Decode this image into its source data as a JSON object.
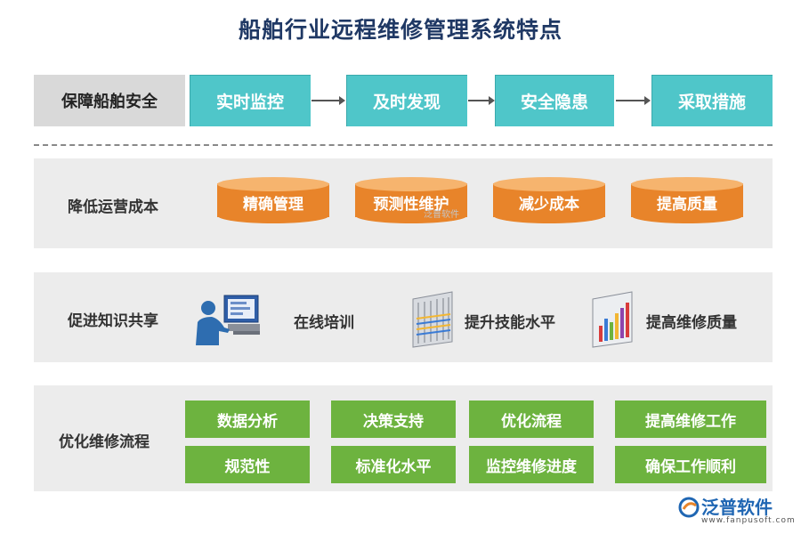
{
  "title": "船舶行业远程维修管理系统特点",
  "row1": {
    "label": "保障船舶安全",
    "steps": [
      "实时监控",
      "及时发现",
      "安全隐患",
      "采取措施"
    ]
  },
  "row2": {
    "label": "降低运营成本",
    "items": [
      "精确管理",
      "预测性维护",
      "减少成本",
      "提高质量"
    ]
  },
  "row3": {
    "label": "促进知识共享",
    "items": [
      {
        "label": "在线培训",
        "icon": "computer-user-icon"
      },
      {
        "label": "提升技能水平",
        "icon": "bar-grid-icon"
      },
      {
        "label": "提高维修质量",
        "icon": "bar-chart-icon"
      }
    ]
  },
  "row4": {
    "label": "优化维修流程",
    "items": [
      "数据分析",
      "决策支持",
      "优化流程",
      "提高维修工作",
      "规范性",
      "标准化水平",
      "监控维修进度",
      "确保工作顺利"
    ]
  },
  "watermark": "泛普软件",
  "logo": {
    "text": "泛普软件",
    "url": "www.fanpusoft.com"
  },
  "colors": {
    "title": "#1f3864",
    "teal": "#4fc6c9",
    "orange": "#e8842a",
    "green": "#6db33f",
    "panel": "#ececec"
  }
}
